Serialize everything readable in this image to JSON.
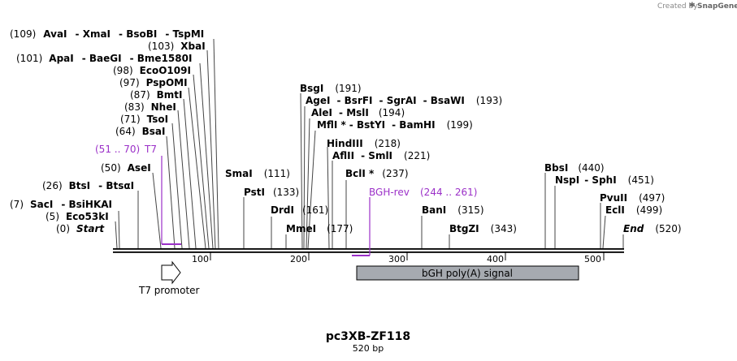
{
  "branding": {
    "created_by": "Created by",
    "app": "SnapGene"
  },
  "plasmid": {
    "name": "pc3XB-ZF118",
    "length": "520 bp"
  },
  "ruler_ticks": [
    "100",
    "200",
    "300",
    "400",
    "500"
  ],
  "features": {
    "t7_promoter": "T7 promoter",
    "bgh": "bGH poly(A) signal"
  },
  "primers": {
    "t7": {
      "pos": "(51 .. 70)",
      "name": "T7"
    },
    "bgh_rev": {
      "name": "BGH-rev",
      "pos": "(244 .. 261)"
    }
  },
  "sites": {
    "s109": {
      "pos": "(109)",
      "a": "AvaI",
      "b": "XmaI",
      "c": "BsoBI",
      "d": "TspMI"
    },
    "s103": {
      "pos": "(103)",
      "a": "XbaI"
    },
    "s101": {
      "pos": "(101)",
      "a": "ApaI",
      "b": "BaeGI",
      "c": "Bme1580I"
    },
    "s98": {
      "pos": "(98)",
      "a": "EcoO109I"
    },
    "s97": {
      "pos": "(97)",
      "a": "PspOMI"
    },
    "s87": {
      "pos": "(87)",
      "a": "BmtI"
    },
    "s83": {
      "pos": "(83)",
      "a": "NheI"
    },
    "s71": {
      "pos": "(71)",
      "a": "TsoI"
    },
    "s64": {
      "pos": "(64)",
      "a": "BsaI"
    },
    "s50": {
      "pos": "(50)",
      "a": "AseI"
    },
    "s26": {
      "pos": "(26)",
      "a": "BtsI",
      "b": "BtsαI"
    },
    "s7": {
      "pos": "(7)",
      "a": "SacI",
      "b": "BsiHKAI"
    },
    "s5": {
      "pos": "(5)",
      "a": "Eco53kI"
    },
    "s0": {
      "pos": "(0)",
      "a": "Start"
    },
    "s111": {
      "name": "SmaI",
      "pos": "(111)"
    },
    "s133": {
      "name": "PstI",
      "pos": "(133)"
    },
    "s161": {
      "name": "DrdI",
      "pos": "(161)"
    },
    "s177": {
      "name": "MmeI",
      "pos": "(177)"
    },
    "s191": {
      "name": "BsgI",
      "pos": "(191)"
    },
    "s193": {
      "a": "AgeI",
      "b": "BsrFI",
      "c": "SgrAI",
      "d": "BsaWI",
      "pos": "(193)"
    },
    "s194": {
      "a": "AleI",
      "b": "MslI",
      "pos": "(194)"
    },
    "s199": {
      "a": "MflI *",
      "b": "BstYI",
      "c": "BamHI",
      "pos": "(199)"
    },
    "s218": {
      "name": "HindIII",
      "pos": "(218)"
    },
    "s221": {
      "a": "AflII",
      "b": "SmlI",
      "pos": "(221)"
    },
    "s237": {
      "name": "BclI *",
      "pos": "(237)"
    },
    "s315": {
      "name": "BanI",
      "pos": "(315)"
    },
    "s343": {
      "name": "BtgZI",
      "pos": "(343)"
    },
    "s440": {
      "name": "BbsI",
      "pos": "(440)"
    },
    "s451": {
      "a": "NspI",
      "b": "SphI",
      "pos": "(451)"
    },
    "s497": {
      "name": "PvuII",
      "pos": "(497)"
    },
    "s499": {
      "name": "EclI",
      "pos": "(499)"
    },
    "s520": {
      "name": "End",
      "pos": "(520)"
    }
  },
  "colors": {
    "primer": "#9b30c8",
    "feature_fill": "#a6aab0",
    "backbone": "#000000"
  }
}
